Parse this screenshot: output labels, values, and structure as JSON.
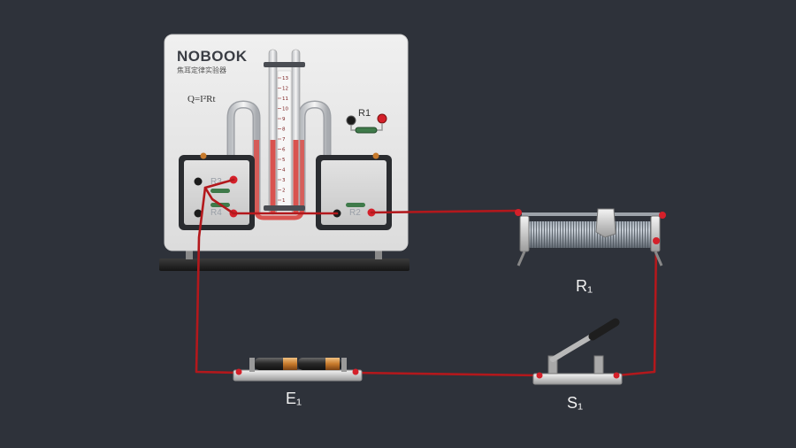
{
  "app": {
    "brand": "NOBOOK",
    "apparatus_name": "焦耳定律实验器",
    "formula": "Q=I²Rt"
  },
  "board": {
    "resistor_labels": [
      "R1",
      "R2",
      "R3",
      "R4"
    ],
    "scale_ticks": [
      "13",
      "12",
      "11",
      "10",
      "9",
      "8",
      "7",
      "6",
      "5",
      "4",
      "3",
      "2",
      "1"
    ]
  },
  "components": {
    "rheostat_label": "R₁",
    "battery_label": "E₁",
    "switch_label": "S₁"
  },
  "colors": {
    "background": "#2e323a",
    "wire": "#b3181c",
    "board": "#e9e9e9",
    "liquid": "#d9534f",
    "terminal_red": "#d4202a",
    "terminal_black": "#1b1b1b"
  }
}
